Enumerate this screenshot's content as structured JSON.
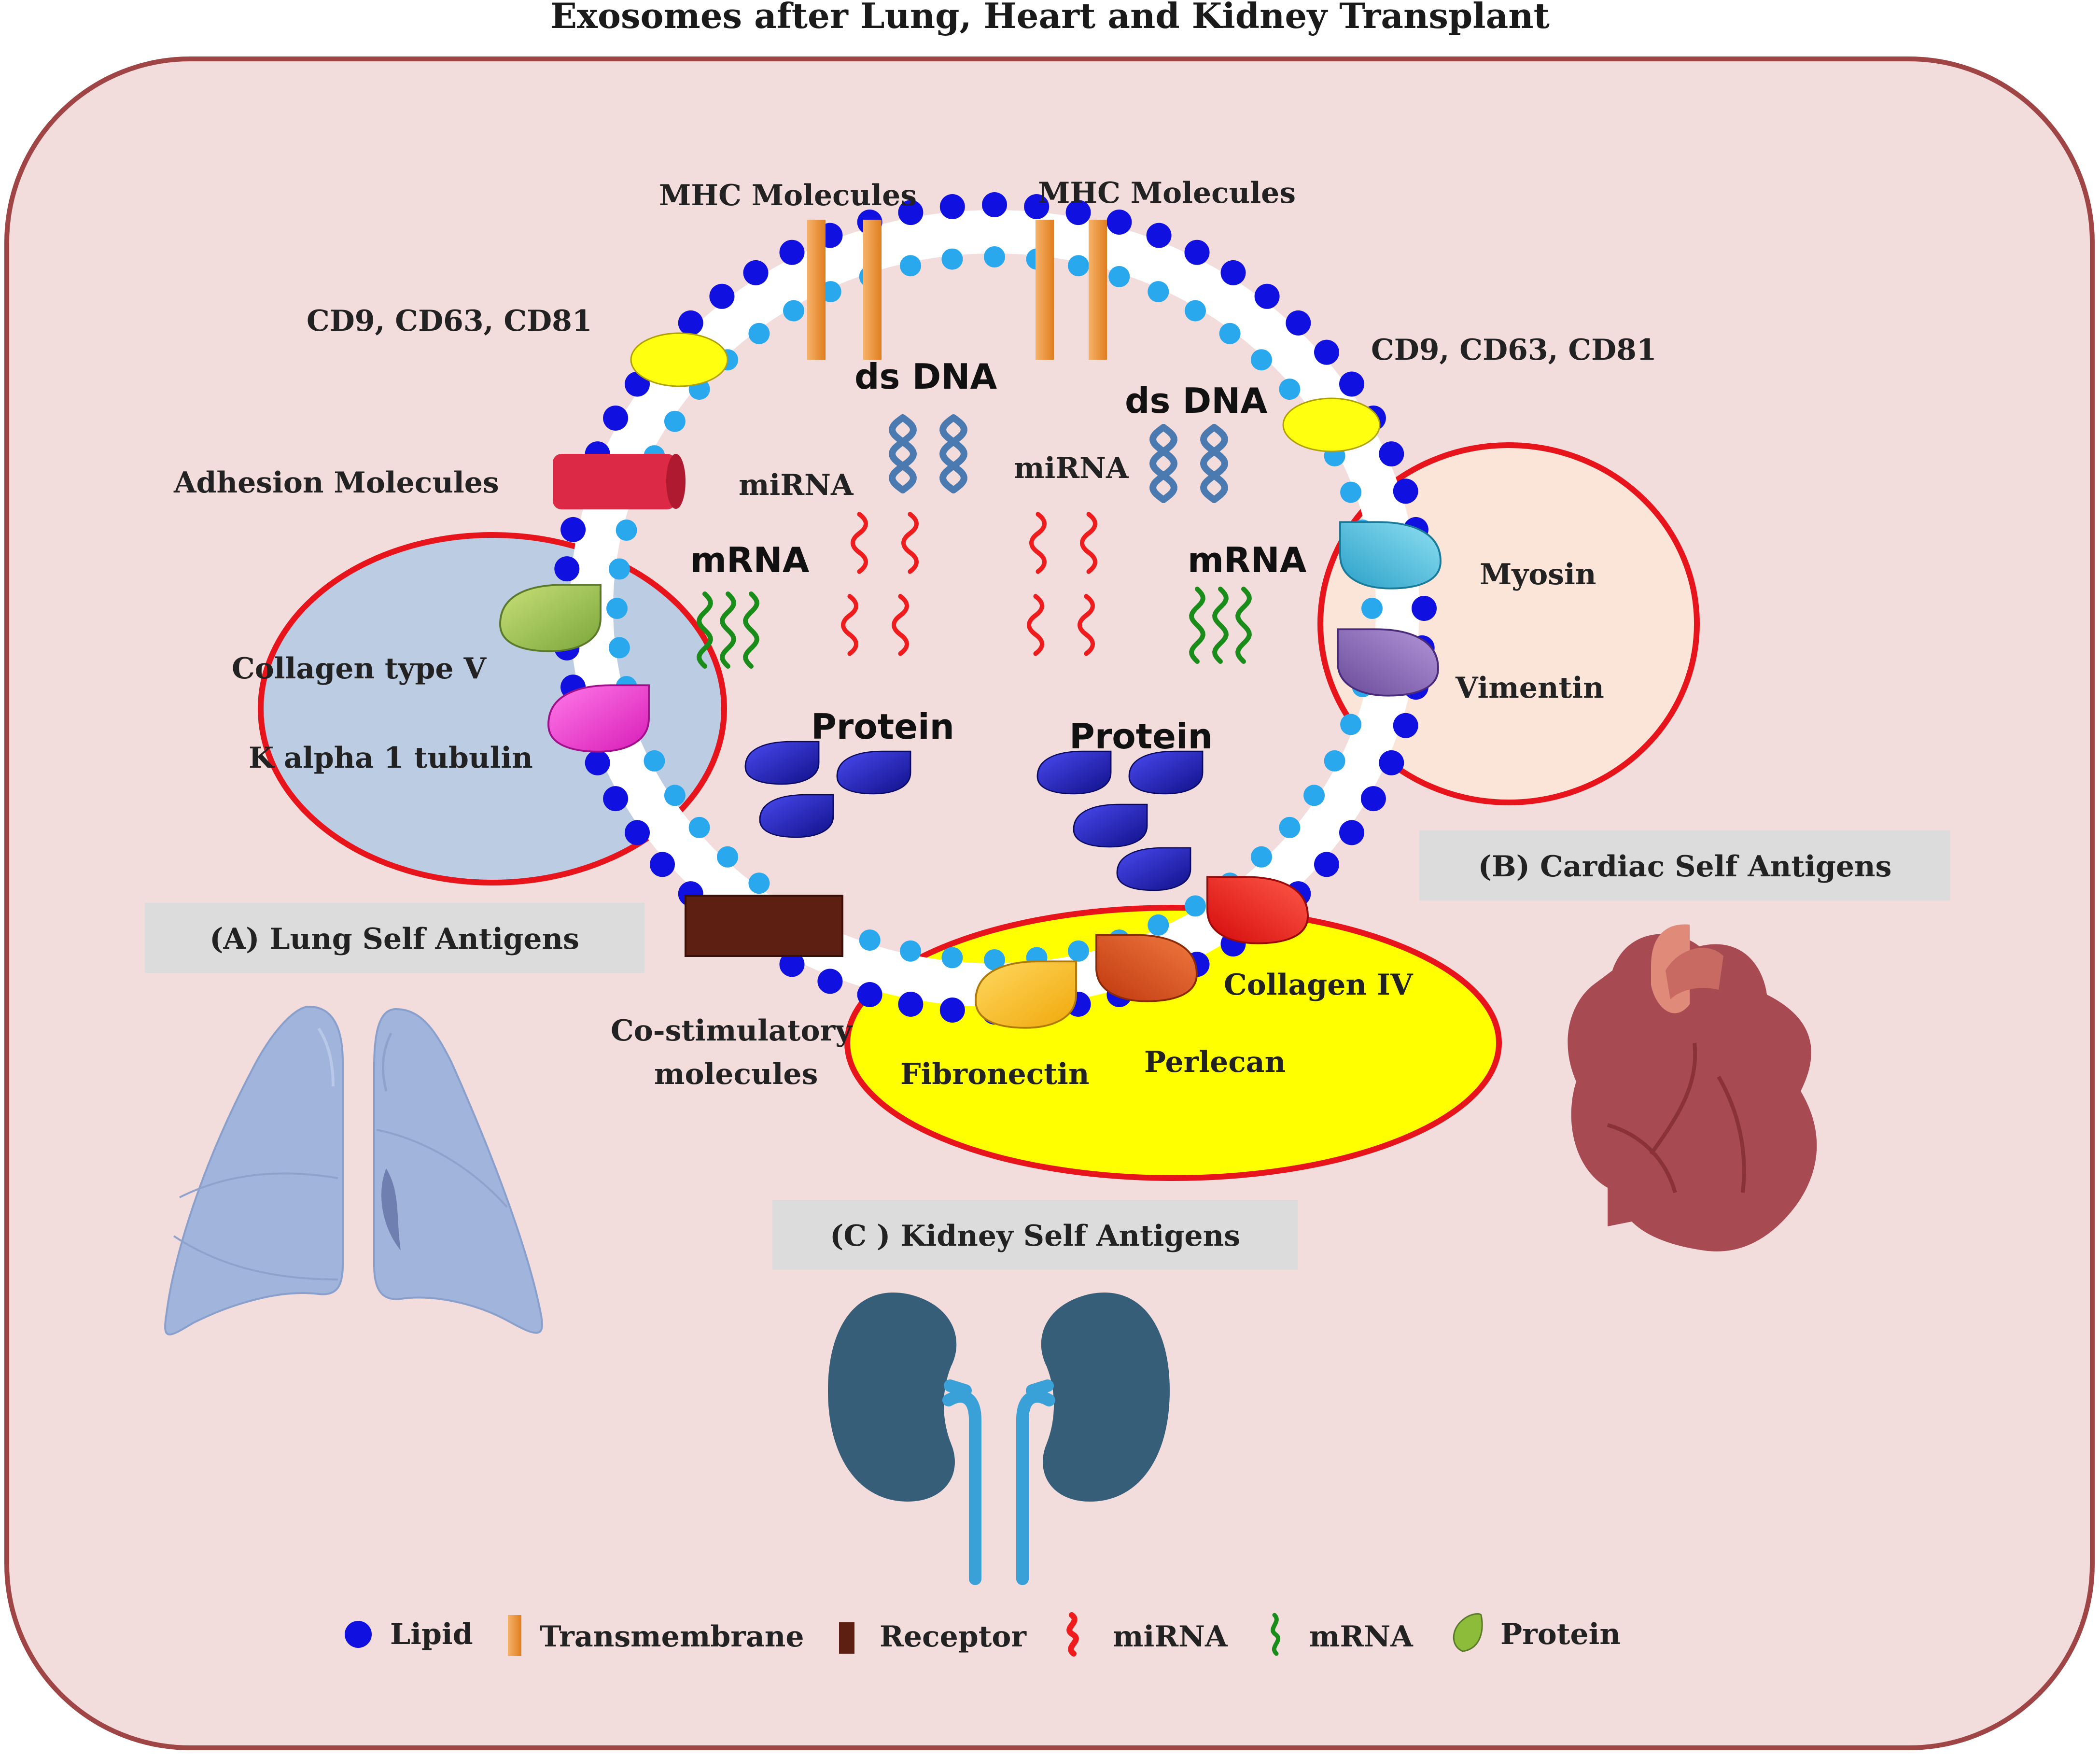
{
  "title": "Exosomes after Lung, Heart and Kidney Transplant",
  "membrane_labels": {
    "mhc_left": "MHC Molecules",
    "mhc_right": "MHC Molecules",
    "tetraspanin_left": "CD9,  CD63,  CD81",
    "tetraspanin_right": "CD9,  CD63,    CD81",
    "adhesion": "Adhesion  Molecules",
    "costim_line1": "Co-stimulatory",
    "costim_line2": "molecules"
  },
  "cargo_labels": {
    "dsdna_left": "ds DNA",
    "dsdna_right": "ds DNA",
    "mirna_left": "miRNA",
    "mirna_right": "miRNA",
    "mrna_left": "mRNA",
    "mrna_right": "mRNA",
    "protein_left": "Protein",
    "protein_right": "Protein"
  },
  "lung": {
    "antigen_1": "Collagen  type V",
    "antigen_2": "K alpha 1 tubulin",
    "caption": "(A) Lung  Self Antigens",
    "color": "#bccce3"
  },
  "cardiac": {
    "antigen_1": "Myosin",
    "antigen_2": "Vimentin",
    "caption": "(B) Cardiac Self Antigens",
    "color": "#fbe4d8"
  },
  "kidney": {
    "antigen_1": "Collagen IV",
    "antigen_2": "Perlecan",
    "antigen_3": "Fibronectin",
    "caption": "(C ) Kidney Self Antigens",
    "color": "#ffff00"
  },
  "legend": {
    "lipid": "Lipid",
    "transmembrane": "Transmembrane",
    "receptor": "Receptor",
    "mirna": "miRNA",
    "mrna": "mRNA",
    "protein": "Protein"
  },
  "colors": {
    "background_panel": "#f2dcdc",
    "panel_border": "#a04545",
    "lipid_outer": "#1010e0",
    "lipid_inner": "#2aa8ee",
    "transmembrane": "#f29a3a",
    "receptor": "#5c1f12",
    "mirna": "#ee1c1c",
    "mrna": "#1a8c1a",
    "protein": "#14149c",
    "dna": "#4a7ab0",
    "antigen_outline": "#e8141c"
  },
  "icons": [
    "lung-icon",
    "heart-icon",
    "kidney-icon",
    "dna-icon",
    "mirna-icon",
    "mrna-icon",
    "protein-icon"
  ]
}
